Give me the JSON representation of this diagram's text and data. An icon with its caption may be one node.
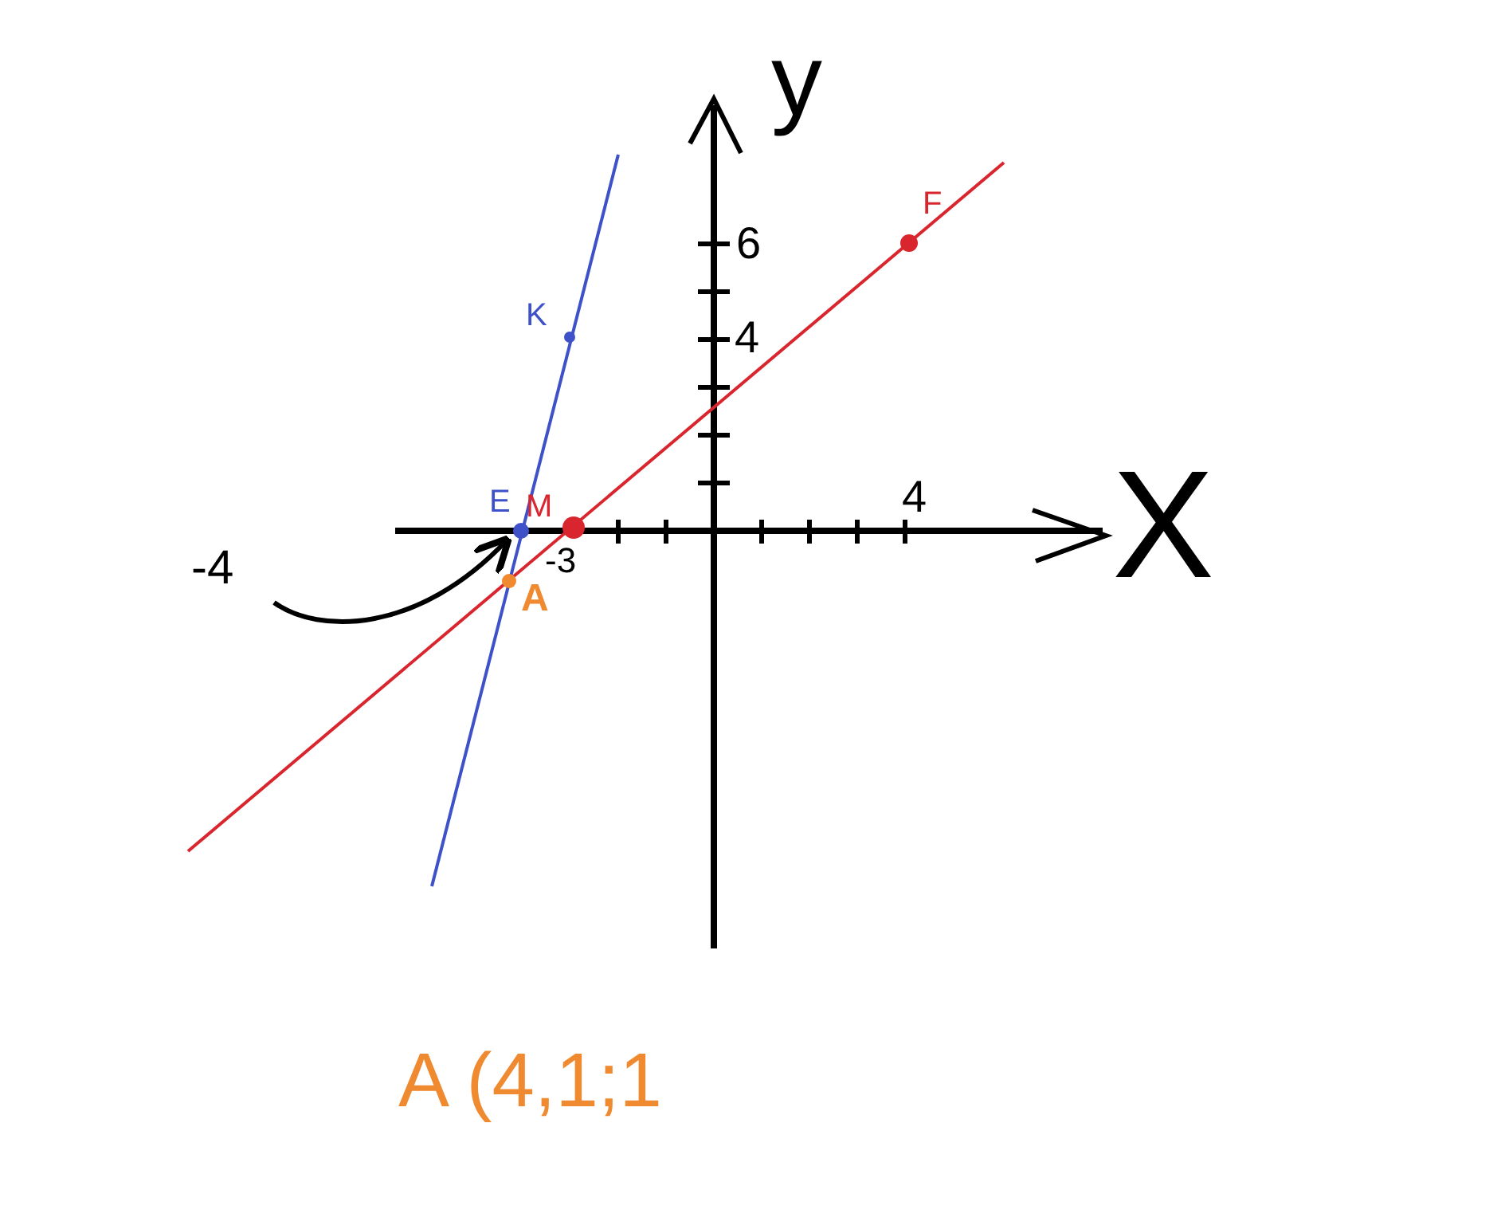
{
  "diagram": {
    "nodes": [
      {
        "text": [
          "K"
        ]
      },
      {
        "text": [
          "E"
        ]
      },
      {
        "text": [
          "M"
        ]
      },
      {
        "text": [
          "A"
        ]
      },
      {
        "text": [
          "F"
        ]
      },
      {
        "text": [
          "-4"
        ]
      }
    ],
    "edges": [
      {
        "from": 5,
        "to": 1,
        "arrow": "to"
      }
    ],
    "labels": [
      "y",
      "6",
      "4",
      "4",
      "X",
      "-3",
      "A (4,1;1"
    ]
  }
}
